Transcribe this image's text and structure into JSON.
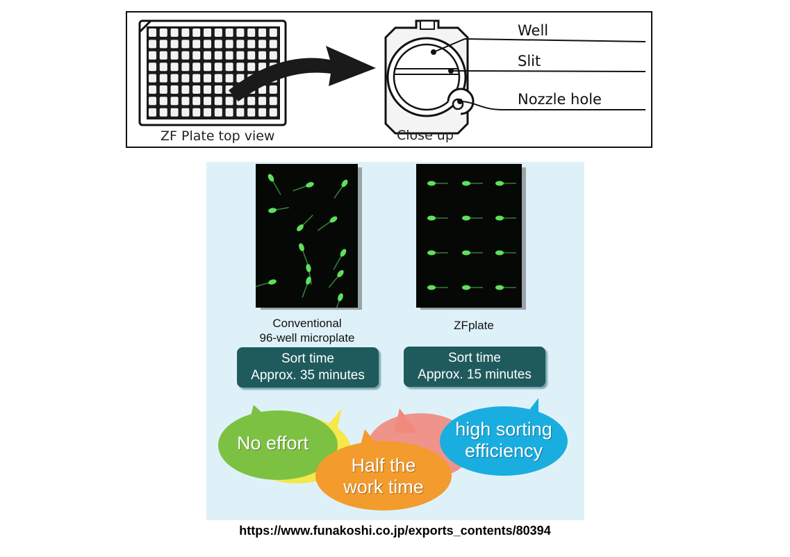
{
  "top": {
    "plate_label": "ZF Plate top view",
    "closeup_label": "Close up",
    "callouts": {
      "well": "Well",
      "slit": "Slit",
      "nozzle": "Nozzle hole"
    }
  },
  "comparison": {
    "conventional": {
      "caption_line1": "Conventional",
      "caption_line2": "96-well microplate",
      "sort_line1": "Sort time",
      "sort_line2": "Approx. 35 minutes"
    },
    "zfplate": {
      "caption": "ZFplate",
      "sort_line1": "Sort time",
      "sort_line2": "Approx. 15 minutes"
    }
  },
  "benefits": {
    "no_effort": "No effort",
    "half_line1": "Half the",
    "half_line2": "work time",
    "high_line1": "high sorting",
    "high_line2": "efficiency"
  },
  "colors": {
    "sort_box": "#1f5a5d",
    "panel_bg": "#dff1f8",
    "fish_green": "#5fe05a",
    "bubble_green": "#7dc142",
    "bubble_yellow": "#f4e84a",
    "bubble_orange": "#f39b2c",
    "bubble_pink": "#f08a7d",
    "bubble_blue": "#1aaee0"
  },
  "source_url": "https://www.funakoshi.co.jp/exports_contents/80394"
}
